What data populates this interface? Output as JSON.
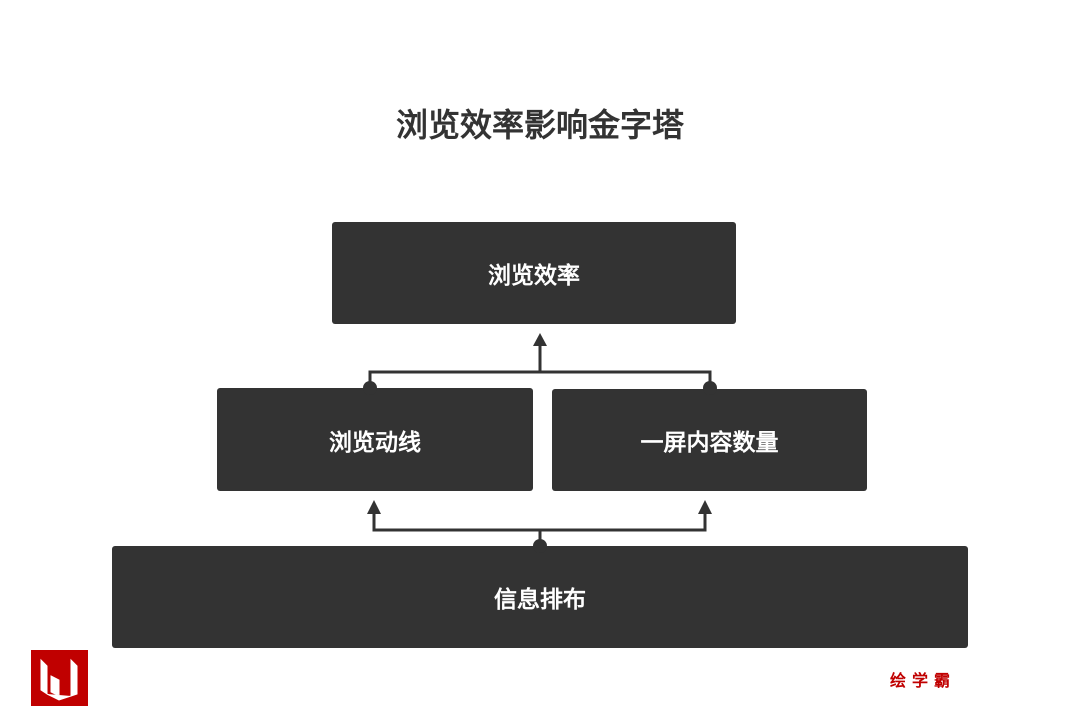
{
  "title": "浏览效率影响金字塔",
  "nodes": {
    "top": "浏览效率",
    "mid_left": "浏览动线",
    "mid_right": "一屏内容数量",
    "bottom": "信息排布"
  },
  "brand": {
    "text": "绘学霸",
    "logo_letter": "W",
    "color": "#c00000"
  },
  "colors": {
    "box": "#333333",
    "line": "#333333"
  }
}
